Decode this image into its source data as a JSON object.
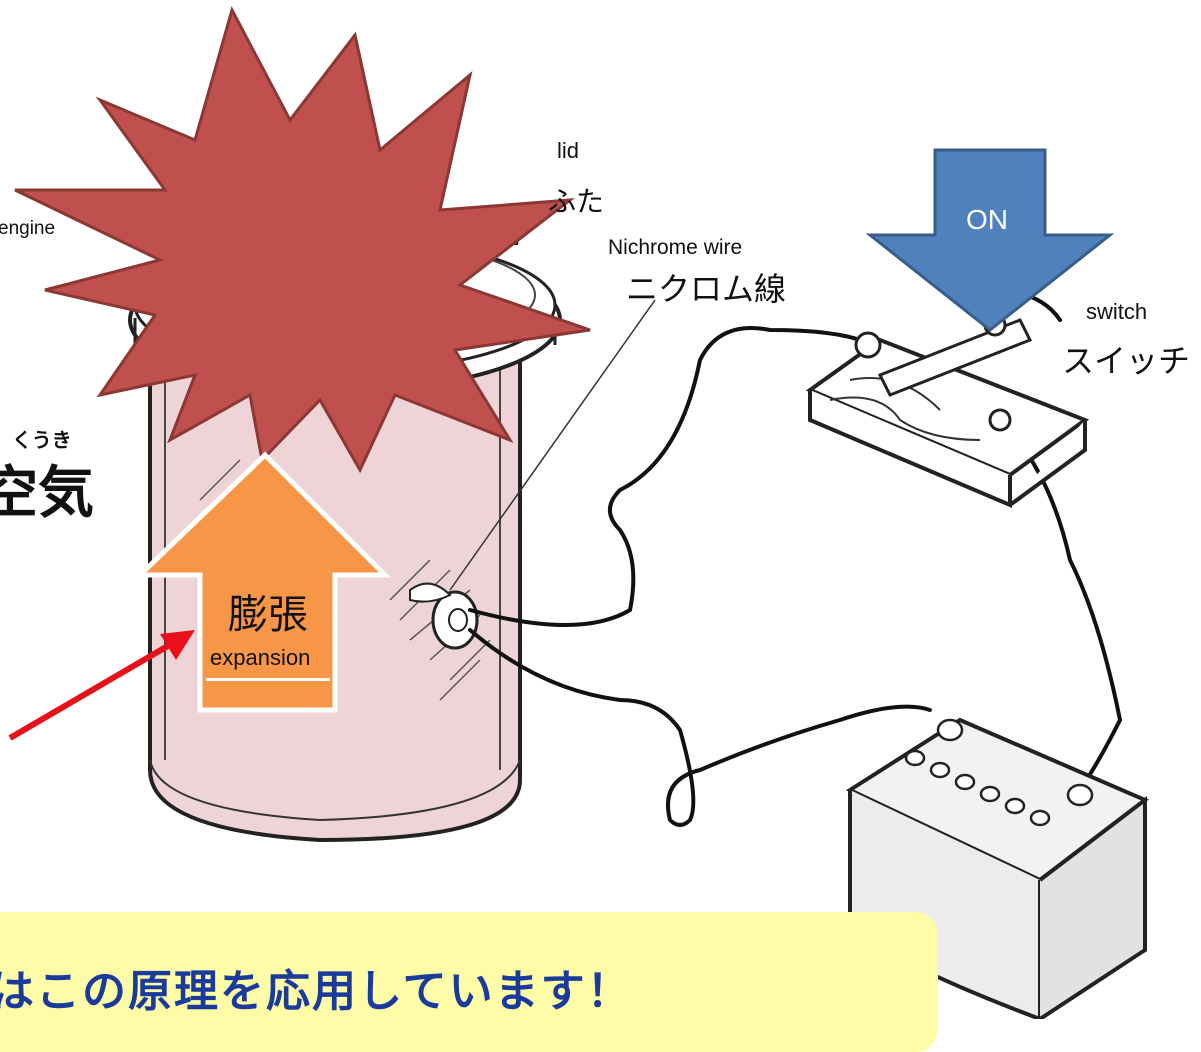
{
  "labels": {
    "engine": "engine",
    "lid_en": "lid",
    "lid_jp": "ふた",
    "nichrome_en": "Nichrome wire",
    "nichrome_jp": "ニクロム線",
    "switch_en": "switch",
    "switch_jp": "スイッチ",
    "air_furigana": "くうき",
    "air_jp": "空気",
    "on_arrow": "ON",
    "expansion_jp": "膨張",
    "expansion_en": "expansion"
  },
  "banner": {
    "text": "はこの原理を応用しています！"
  },
  "colors": {
    "explosion": "#c0504d",
    "on_arrow": "#4f81bd",
    "expansion_arrow": "#f79646",
    "red_pointer": "#e8111a",
    "jar_tint": "#e8c6c8",
    "banner_bg": "#fffca8",
    "banner_text": "#1a3a9c"
  }
}
